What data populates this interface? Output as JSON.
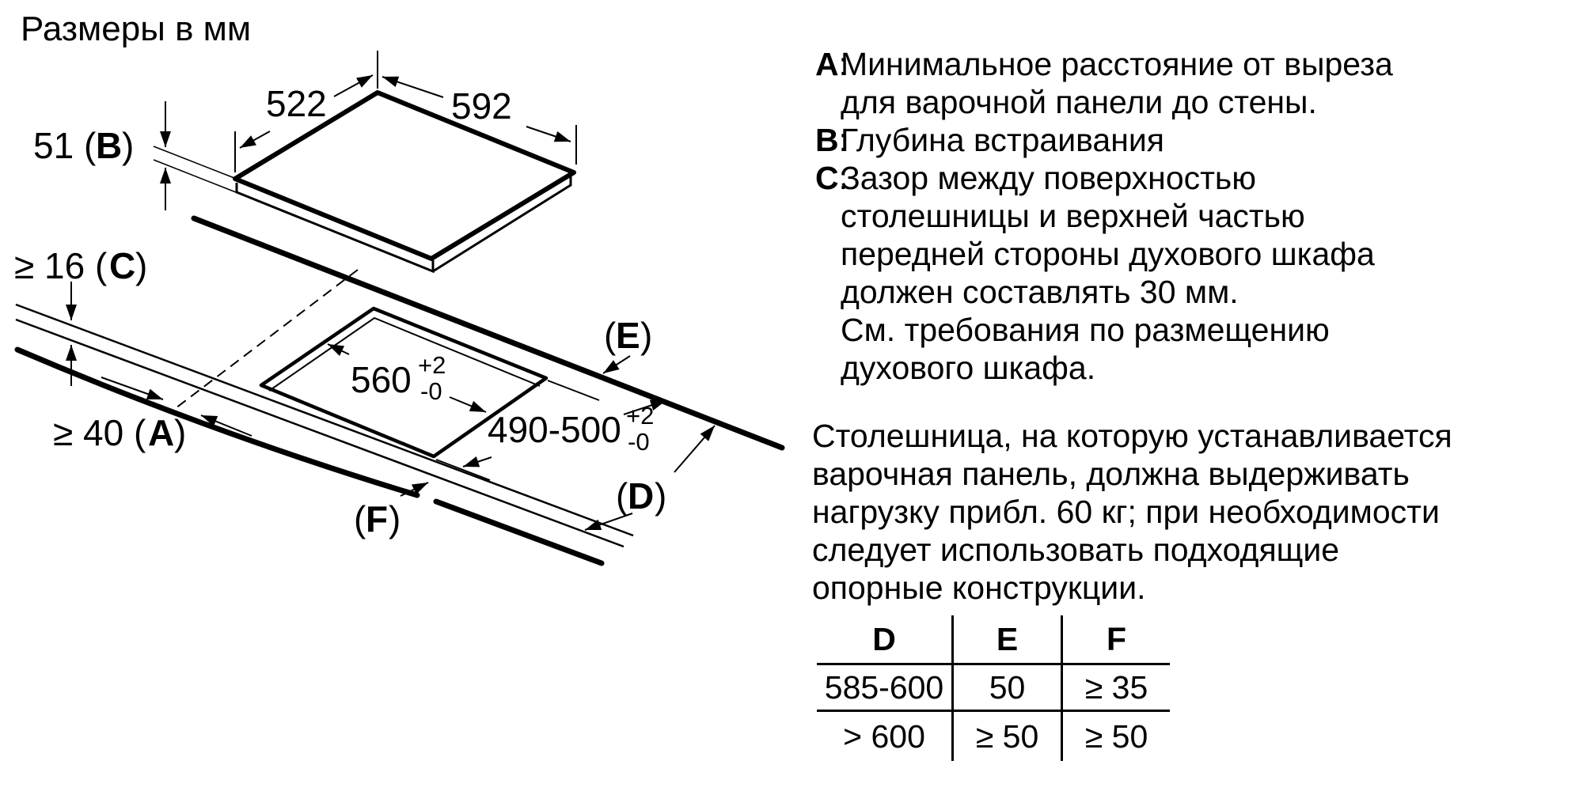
{
  "title": "Размеры в мм",
  "diagram": {
    "panel_width": "592",
    "panel_depth": "522",
    "panel_height": {
      "pre": "51 (",
      "letter": "B",
      "post": ")"
    },
    "worktop_thickness": {
      "pre": "≥ 16 (",
      "letter": "C",
      "post": ")"
    },
    "wall_distance": {
      "pre": "≥ 40 (",
      "letter": "A",
      "post": ")"
    },
    "cutout_width": {
      "value": "560",
      "tol_plus": "+2",
      "tol_minus": "-0"
    },
    "cutout_depth": {
      "value": "490-500",
      "tol_plus": "+2",
      "tol_minus": "-0"
    },
    "label_e": {
      "pre": "(",
      "letter": "E",
      "post": ")"
    },
    "label_d": {
      "pre": "(",
      "letter": "D",
      "post": ")"
    },
    "label_f": {
      "pre": "(",
      "letter": "F",
      "post": ")"
    }
  },
  "legend": {
    "items": [
      {
        "letter": "A",
        "colon": ":",
        "lines": [
          "Минимальное расстояние от выреза",
          "для варочной панели до стены."
        ]
      },
      {
        "letter": "B",
        "colon": ":",
        "lines": [
          "Глубина встраивания"
        ]
      },
      {
        "letter": "C",
        "colon": ":",
        "lines": [
          "Зазор между поверхностью",
          "столешницы и верхней частью",
          "передней стороны духового шкафа",
          "должен составлять 30 мм.",
          "См. требования по размещению",
          "духового шкафа."
        ]
      }
    ]
  },
  "paragraph": {
    "lines": [
      "Столешница, на которую устанавливается",
      "варочная панель, должна выдерживать",
      "нагрузку прибл. 60 кг; при необходимости",
      "следует использовать подходящие",
      "опорные конструкции."
    ]
  },
  "table": {
    "headers": [
      "D",
      "E",
      "F"
    ],
    "rows": [
      [
        "585-600",
        "50",
        "≥ 35"
      ],
      [
        "> 600",
        "≥ 50",
        "≥ 50"
      ]
    ]
  }
}
